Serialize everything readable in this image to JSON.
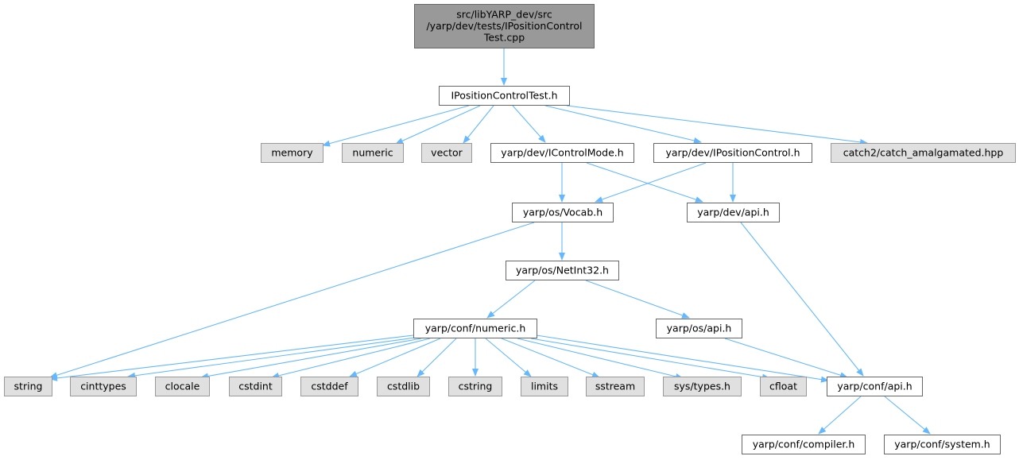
{
  "diagram": {
    "title": "",
    "nodes": [
      {
        "id": "root",
        "lines": [
          "src/libYARP_dev/src",
          "/yarp/dev/tests/IPositionControl",
          "Test.cpp"
        ],
        "style": "root"
      },
      {
        "id": "ipct",
        "lines": [
          "IPositionControlTest.h"
        ],
        "style": "file"
      },
      {
        "id": "memory",
        "lines": [
          "memory"
        ],
        "style": "system"
      },
      {
        "id": "numeric",
        "lines": [
          "numeric"
        ],
        "style": "system"
      },
      {
        "id": "vector",
        "lines": [
          "vector"
        ],
        "style": "system"
      },
      {
        "id": "icm",
        "lines": [
          "yarp/dev/IControlMode.h"
        ],
        "style": "file"
      },
      {
        "id": "ipc",
        "lines": [
          "yarp/dev/IPositionControl.h"
        ],
        "style": "file"
      },
      {
        "id": "catch2",
        "lines": [
          "catch2/catch_amalgamated.hpp"
        ],
        "style": "system"
      },
      {
        "id": "vocab",
        "lines": [
          "yarp/os/Vocab.h"
        ],
        "style": "file"
      },
      {
        "id": "devapi",
        "lines": [
          "yarp/dev/api.h"
        ],
        "style": "file"
      },
      {
        "id": "netint",
        "lines": [
          "yarp/os/NetInt32.h"
        ],
        "style": "file"
      },
      {
        "id": "confnum",
        "lines": [
          "yarp/conf/numeric.h"
        ],
        "style": "file"
      },
      {
        "id": "osapi",
        "lines": [
          "yarp/os/api.h"
        ],
        "style": "file"
      },
      {
        "id": "string",
        "lines": [
          "string"
        ],
        "style": "system"
      },
      {
        "id": "cinttypes",
        "lines": [
          "cinttypes"
        ],
        "style": "system"
      },
      {
        "id": "clocale",
        "lines": [
          "clocale"
        ],
        "style": "system"
      },
      {
        "id": "cstdint",
        "lines": [
          "cstdint"
        ],
        "style": "system"
      },
      {
        "id": "cstddef",
        "lines": [
          "cstddef"
        ],
        "style": "system"
      },
      {
        "id": "cstdlib",
        "lines": [
          "cstdlib"
        ],
        "style": "system"
      },
      {
        "id": "cstring",
        "lines": [
          "cstring"
        ],
        "style": "system"
      },
      {
        "id": "limits",
        "lines": [
          "limits"
        ],
        "style": "system"
      },
      {
        "id": "sstream",
        "lines": [
          "sstream"
        ],
        "style": "system"
      },
      {
        "id": "systypes",
        "lines": [
          "sys/types.h"
        ],
        "style": "system"
      },
      {
        "id": "cfloat",
        "lines": [
          "cfloat"
        ],
        "style": "system"
      },
      {
        "id": "confapi",
        "lines": [
          "yarp/conf/api.h"
        ],
        "style": "file"
      },
      {
        "id": "compiler",
        "lines": [
          "yarp/conf/compiler.h"
        ],
        "style": "file"
      },
      {
        "id": "system",
        "lines": [
          "yarp/conf/system.h"
        ],
        "style": "file"
      }
    ],
    "edges": [
      [
        "root",
        "ipct"
      ],
      [
        "ipct",
        "memory"
      ],
      [
        "ipct",
        "numeric"
      ],
      [
        "ipct",
        "vector"
      ],
      [
        "ipct",
        "icm"
      ],
      [
        "ipct",
        "ipc"
      ],
      [
        "ipct",
        "catch2"
      ],
      [
        "icm",
        "vocab"
      ],
      [
        "icm",
        "devapi"
      ],
      [
        "ipc",
        "vocab"
      ],
      [
        "ipc",
        "devapi"
      ],
      [
        "vocab",
        "netint"
      ],
      [
        "vocab",
        "string"
      ],
      [
        "devapi",
        "confapi"
      ],
      [
        "netint",
        "confnum"
      ],
      [
        "netint",
        "osapi"
      ],
      [
        "osapi",
        "confapi"
      ],
      [
        "confnum",
        "string"
      ],
      [
        "confnum",
        "cinttypes"
      ],
      [
        "confnum",
        "clocale"
      ],
      [
        "confnum",
        "cstdint"
      ],
      [
        "confnum",
        "cstddef"
      ],
      [
        "confnum",
        "cstdlib"
      ],
      [
        "confnum",
        "cstring"
      ],
      [
        "confnum",
        "limits"
      ],
      [
        "confnum",
        "sstream"
      ],
      [
        "confnum",
        "systypes"
      ],
      [
        "confnum",
        "cfloat"
      ],
      [
        "confnum",
        "confapi"
      ],
      [
        "confapi",
        "compiler"
      ],
      [
        "confapi",
        "system"
      ]
    ],
    "colors": {
      "edge": "#63b8ff",
      "root_fill": "#999999",
      "root_border": "#666666",
      "file_fill": "#ffffff",
      "file_border": "#666666",
      "system_fill": "#e0e0e0",
      "system_border": "#999999"
    }
  }
}
